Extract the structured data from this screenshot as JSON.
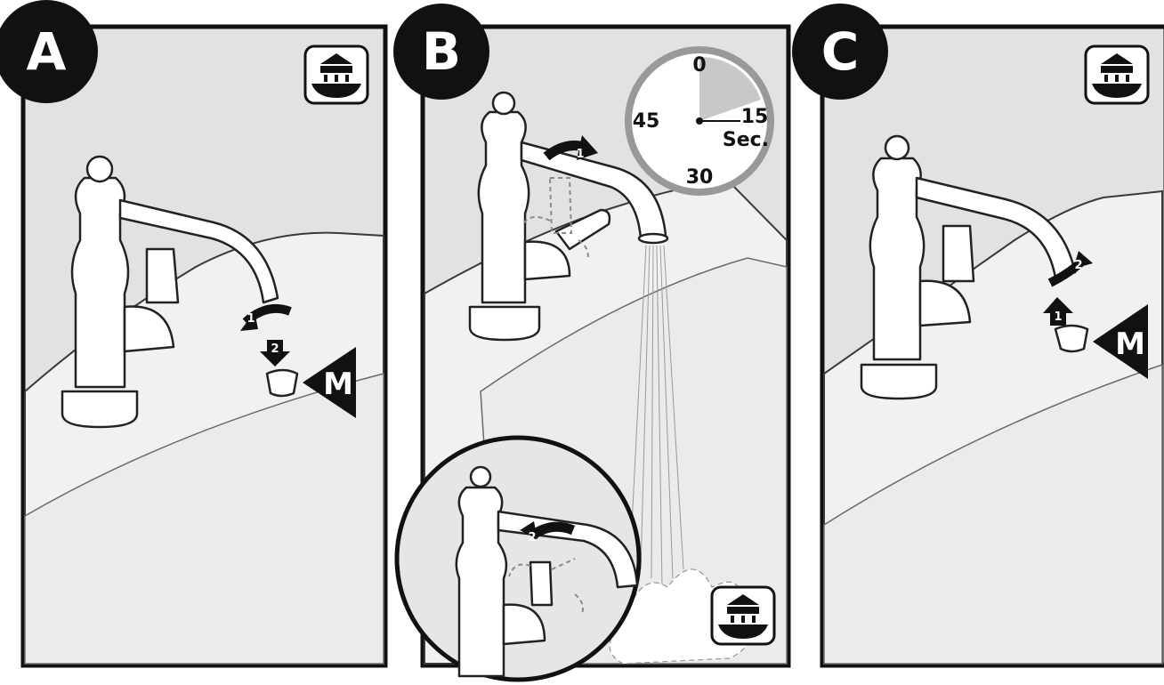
{
  "panels": [
    {
      "letter": "A"
    },
    {
      "letter": "B"
    },
    {
      "letter": "C"
    }
  ],
  "marker_label": "M",
  "steps": {
    "one": "1",
    "two": "2"
  },
  "timer": {
    "top": "0",
    "right": "15",
    "bottom": "30",
    "left": "45",
    "unit": "Sec."
  },
  "colors": {
    "outline": "#111111",
    "background": "#e2e2e2",
    "timer_fill": "#c8c8c8"
  },
  "icons": [
    "step-badge-icon",
    "aerator-marker-icon",
    "flow-mode-icon",
    "rotate-arrow-icon",
    "stopwatch-icon"
  ]
}
